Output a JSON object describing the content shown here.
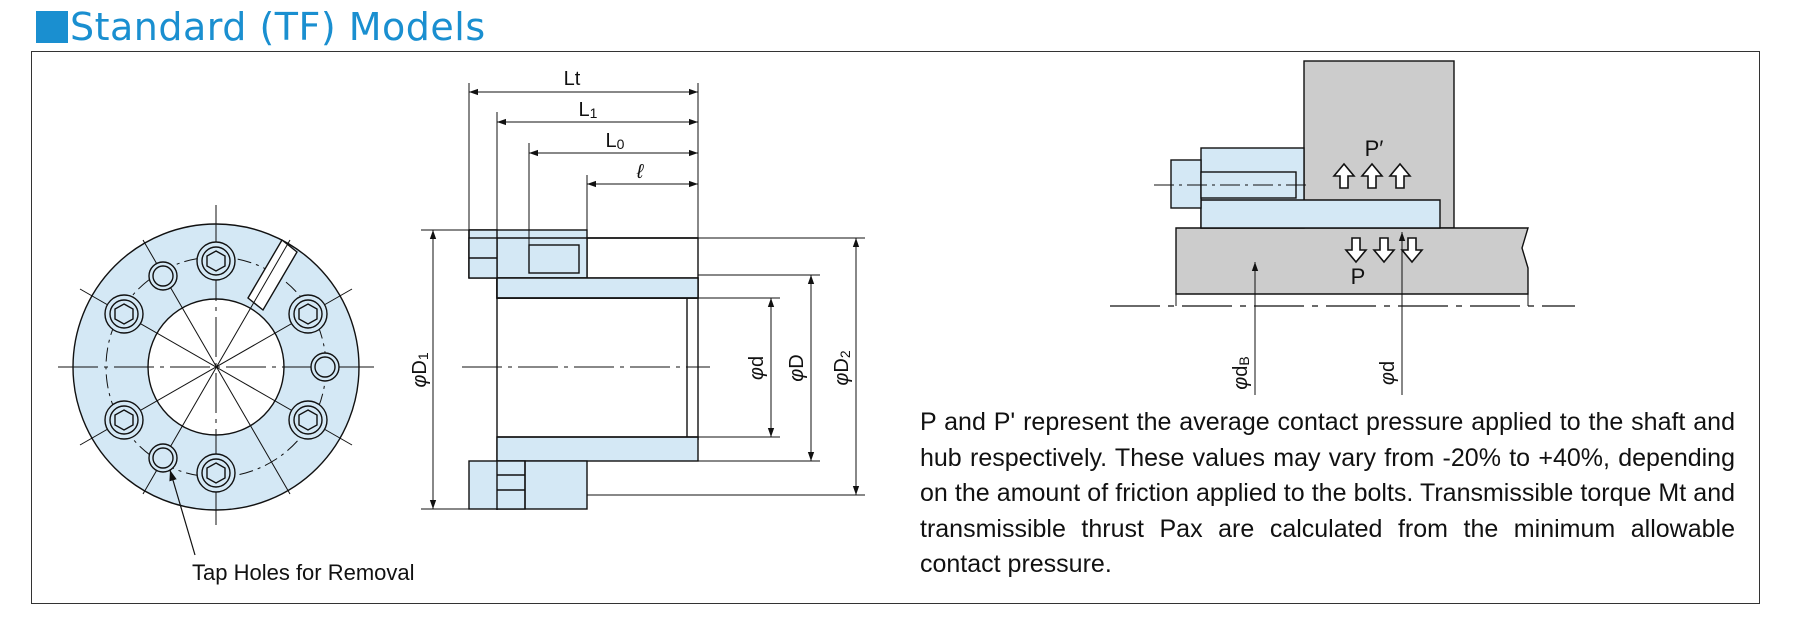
{
  "title": "Standard (TF) Models",
  "colors": {
    "accent": "#1a8fd0",
    "part_fill": "#d4e8f5",
    "shaft_fill": "#cccccc"
  },
  "front_view": {
    "caption": "Tap Holes for Removal"
  },
  "section_view": {
    "dim_Lt": "Lt",
    "dim_L1_main": "L",
    "dim_L1_sub": "1",
    "dim_L0_main": "L",
    "dim_L0_sub": "0",
    "dim_l": "ℓ",
    "dim_D1_phi": "φ",
    "dim_D1_main": "D",
    "dim_D1_sub": "1",
    "dim_d_phi": "φ",
    "dim_d_main": "d",
    "dim_D_phi": "φ",
    "dim_D_main": "D",
    "dim_D2_phi": "φ",
    "dim_D2_main": "D",
    "dim_D2_sub": "2"
  },
  "pressure_view": {
    "p_prime": "P′",
    "p": "P",
    "dim_dB_phi": "φ",
    "dim_dB_main": "d",
    "dim_dB_sub": "B",
    "dim_d_phi": "φ",
    "dim_d_main": "d"
  },
  "description": "P and P' represent the average contact pressure applied to the shaft and hub respectively. These values may vary from -20% to +40%, depending on the amount of friction applied to the bolts. Transmissible torque Mt and transmissible thrust Pax are calculated from the minimum allowable contact pressure."
}
